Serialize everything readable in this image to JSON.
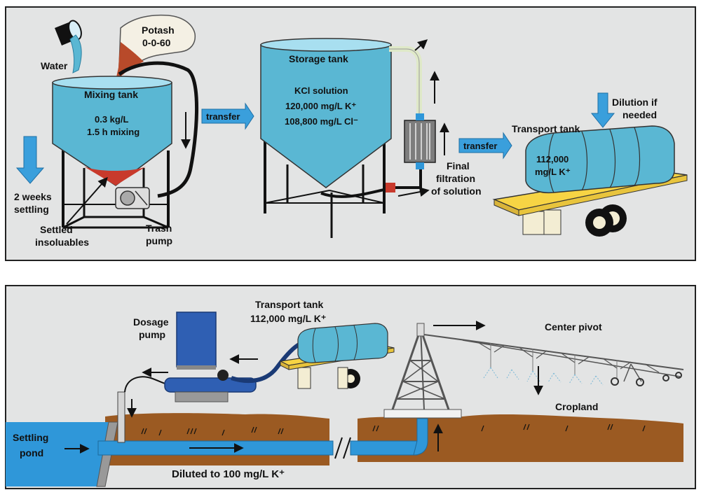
{
  "colors": {
    "panel_bg": "#e3e4e4",
    "tank_blue": "#5ab7d3",
    "tank_blue_light": "#a8dff0",
    "water_blue": "#2f97d9",
    "arrow_blue": "#3a9fdc",
    "soil": "#9b5a22",
    "trailer_yellow": "#f7d444",
    "sediment": "#c83a2c",
    "potash": "#b84a2a",
    "pump_blue": "#2f5fb3"
  },
  "top_panel": {
    "water": "Water",
    "potash_line1": "Potash",
    "potash_line2": "0-0-60",
    "mixing_tank": "Mixing tank",
    "mix_rate": "0.3 kg/L",
    "mix_time": "1.5 h mixing",
    "settling_line1": "2 weeks",
    "settling_line2": "settling",
    "settled_line1": "Settled",
    "settled_line2": "insoluables",
    "trash_line1": "Trash",
    "trash_line2": "pump",
    "transfer_1": "transfer",
    "storage_tank": "Storage tank",
    "kcl": "KCl solution",
    "k_conc": "120,000 mg/L K⁺",
    "cl_conc": "108,800 mg/L Cl⁻",
    "filtration_line1": "Final",
    "filtration_line2": "filtration",
    "filtration_line3": "of solution",
    "transfer_2": "transfer",
    "transport_tank": "Transport tank",
    "dilution_line1": "Dilution if",
    "dilution_line2": "needed",
    "transport_conc_line1": "112,000",
    "transport_conc_line2": "mg/L K⁺"
  },
  "bottom_panel": {
    "transport_line1": "Transport tank",
    "transport_line2": "112,000 mg/L K⁺",
    "dosage_line1": "Dosage",
    "dosage_line2": "pump",
    "center_pivot": "Center pivot",
    "cropland": "Cropland",
    "pond_line1": "Settling",
    "pond_line2": "pond",
    "diluted": "Diluted to 100 mg/L K⁺"
  }
}
